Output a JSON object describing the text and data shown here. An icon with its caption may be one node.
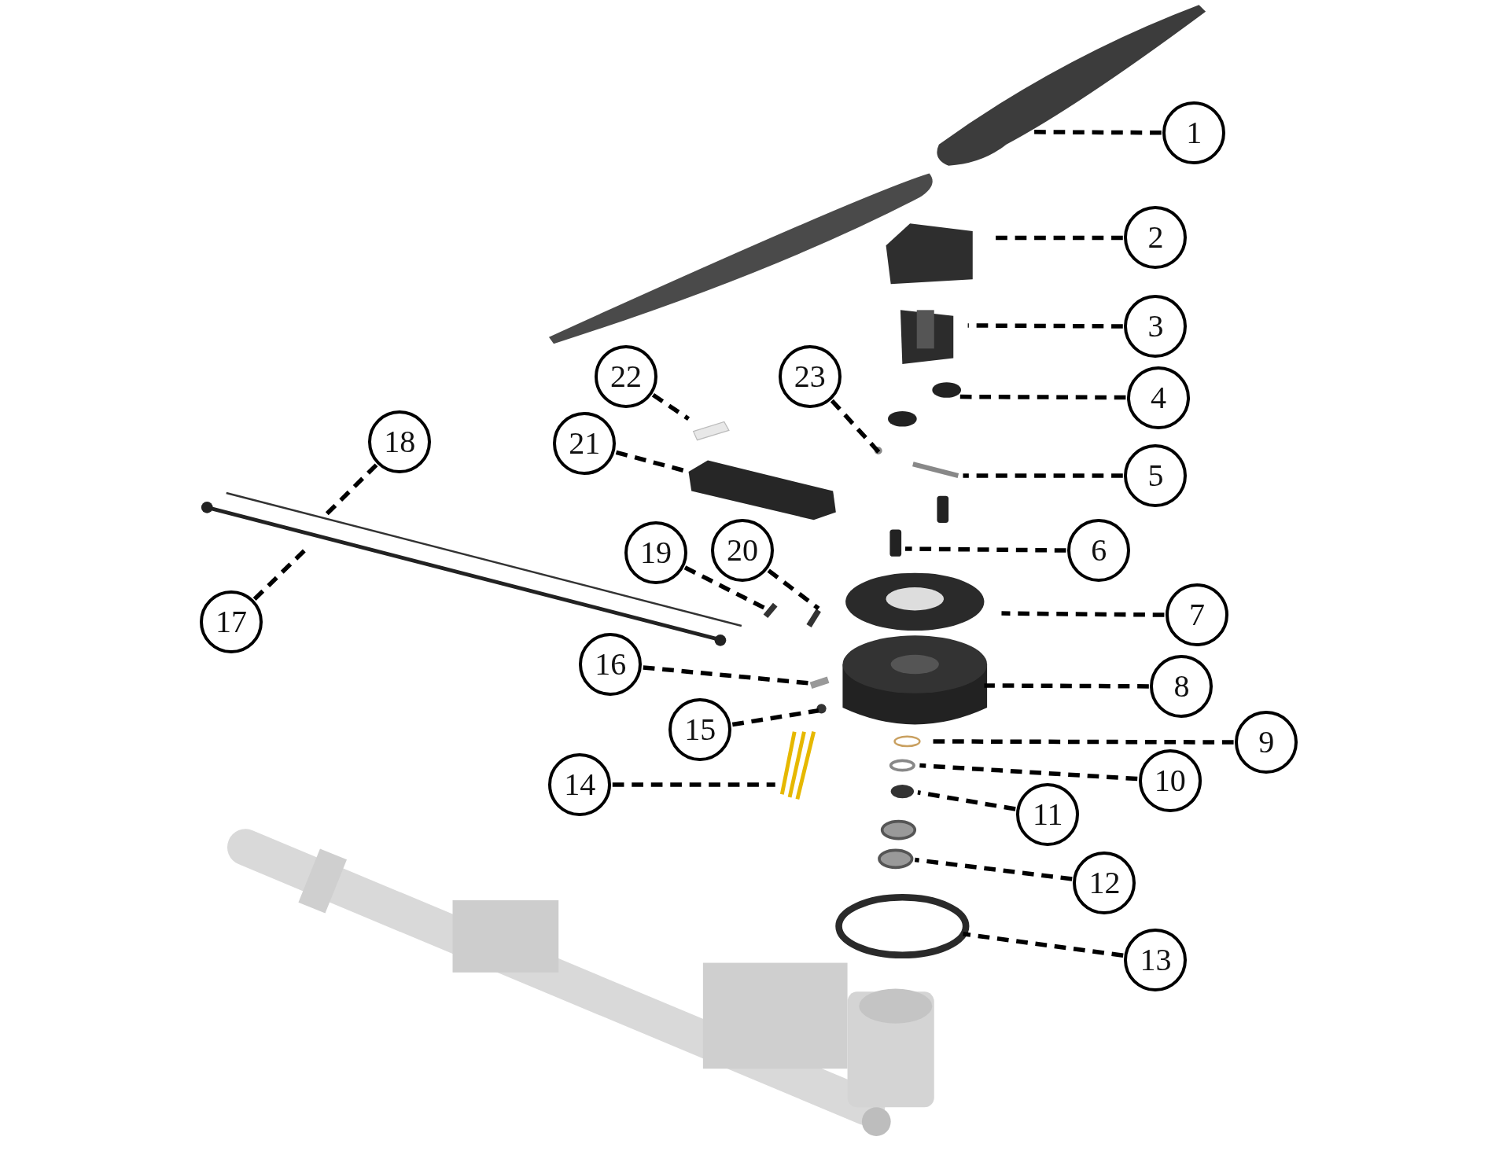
{
  "diagram": {
    "nodes": [
      {
        "text": [
          "1"
        ]
      },
      {
        "text": [
          "2"
        ]
      },
      {
        "text": [
          "3"
        ]
      },
      {
        "text": [
          "4"
        ]
      },
      {
        "text": [
          "5"
        ]
      },
      {
        "text": [
          "6"
        ]
      },
      {
        "text": [
          "7"
        ]
      },
      {
        "text": [
          "8"
        ]
      },
      {
        "text": [
          "9"
        ]
      },
      {
        "text": [
          "10"
        ]
      },
      {
        "text": [
          "11"
        ]
      },
      {
        "text": [
          "12"
        ]
      },
      {
        "text": [
          "13"
        ]
      },
      {
        "text": [
          "14"
        ]
      },
      {
        "text": [
          "15"
        ]
      },
      {
        "text": [
          "16"
        ]
      },
      {
        "text": [
          "17"
        ]
      },
      {
        "text": [
          "18"
        ]
      },
      {
        "text": [
          "19"
        ]
      },
      {
        "text": [
          "20"
        ]
      },
      {
        "text": [
          "21"
        ]
      },
      {
        "text": [
          "22"
        ]
      },
      {
        "text": [
          "23"
        ]
      }
    ],
    "edges": [
      {
        "from": 0,
        "to": null,
        "arrow": "none"
      },
      {
        "from": 1,
        "to": null,
        "arrow": "none"
      },
      {
        "from": 2,
        "to": null,
        "arrow": "none"
      },
      {
        "from": 3,
        "to": null,
        "arrow": "none"
      },
      {
        "from": 4,
        "to": null,
        "arrow": "none"
      },
      {
        "from": 5,
        "to": null,
        "arrow": "none"
      },
      {
        "from": 6,
        "to": null,
        "arrow": "none"
      },
      {
        "from": 7,
        "to": null,
        "arrow": "none"
      },
      {
        "from": 8,
        "to": null,
        "arrow": "none"
      },
      {
        "from": 9,
        "to": null,
        "arrow": "none"
      },
      {
        "from": 10,
        "to": null,
        "arrow": "none"
      },
      {
        "from": 11,
        "to": null,
        "arrow": "none"
      },
      {
        "from": 12,
        "to": null,
        "arrow": "none"
      },
      {
        "from": 13,
        "to": null,
        "arrow": "none"
      },
      {
        "from": 14,
        "to": null,
        "arrow": "none"
      },
      {
        "from": 15,
        "to": null,
        "arrow": "none"
      },
      {
        "from": 16,
        "to": null,
        "arrow": "none"
      },
      {
        "from": 17,
        "to": null,
        "arrow": "none"
      },
      {
        "from": 18,
        "to": null,
        "arrow": "none"
      },
      {
        "from": 19,
        "to": null,
        "arrow": "none"
      },
      {
        "from": 20,
        "to": null,
        "arrow": "none"
      },
      {
        "from": 21,
        "to": null,
        "arrow": "none"
      },
      {
        "from": 22,
        "to": null,
        "arrow": "none"
      }
    ]
  }
}
